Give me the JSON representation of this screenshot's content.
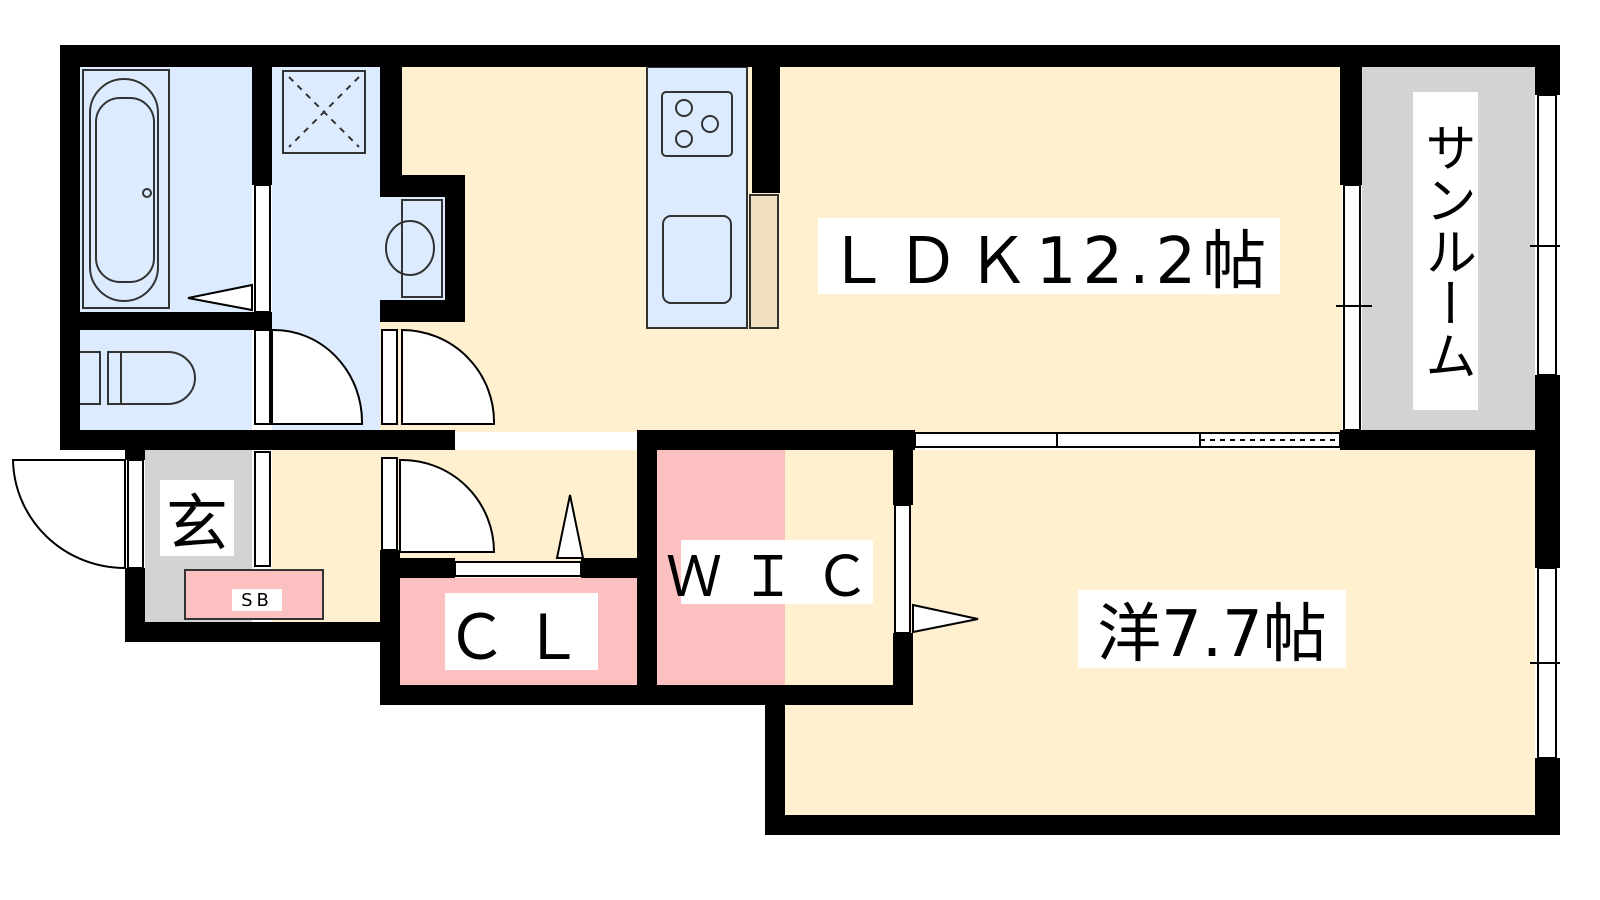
{
  "plan": {
    "rooms": {
      "ldk": "ＬＤＫ12.2帖",
      "western_room": "洋7.7帖",
      "wic": "ＷＩＣ",
      "closet": "ＣＬ",
      "entrance": "玄",
      "sunroom": "サンルーム",
      "shoe_box": "SB"
    },
    "colors": {
      "wet_area": "#dcebfd",
      "living": "#fff1d0",
      "storage": "#fdc0c0",
      "entrance": "#d3d3d3",
      "wall": "#000000",
      "counter": "#f0dfc0"
    }
  }
}
